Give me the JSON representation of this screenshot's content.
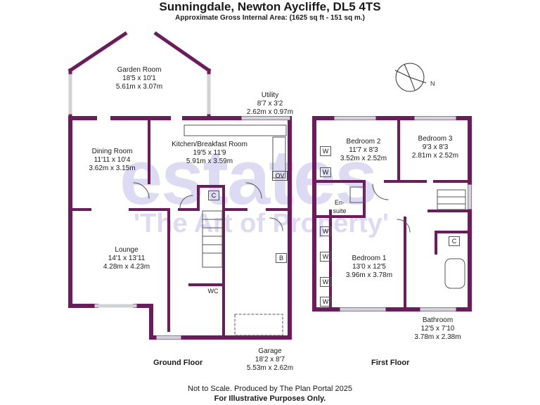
{
  "header": {
    "title": "Sunningdale, Newton Aycliffe, DL5 4TS",
    "subtitle": "Approximate Gross Internal Area: (1625 sq ft - 151 sq m.)"
  },
  "watermark": {
    "line1": "estates",
    "line2": "'The Art of Property'",
    "color": "#6a5bd0"
  },
  "colors": {
    "wall": "#6e1b5e",
    "window": "#cfd3d6",
    "text": "#1a1a1a"
  },
  "rooms": {
    "garden_room": {
      "name": "Garden Room",
      "imperial": "18'5 x 10'1",
      "metric": "5.61m x 3.07m"
    },
    "utility": {
      "name": "Utility",
      "imperial": "8'7 x 3'2",
      "metric": "2.62m x 0.97m"
    },
    "dining_room": {
      "name": "Dining Room",
      "imperial": "11'11 x 10'4",
      "metric": "3.62m x 3.15m"
    },
    "kitchen": {
      "name": "Kitchen/Breakfast Room",
      "imperial": "19'5 x 11'9",
      "metric": "5.91m x 3.59m"
    },
    "lounge": {
      "name": "Lounge",
      "imperial": "14'1 x 13'11",
      "metric": "4.28m x 4.23m"
    },
    "garage": {
      "name": "Garage",
      "imperial": "18'2 x 8'7",
      "metric": "5.53m x 2.62m"
    },
    "bedroom2": {
      "name": "Bedroom 2",
      "imperial": "11'7 x 8'3",
      "metric": "3.52m x 2.52m"
    },
    "bedroom3": {
      "name": "Bedroom 3",
      "imperial": "9'3 x 8'3",
      "metric": "2.81m x 2.52m"
    },
    "ensuite": {
      "name": "En-\nsuite"
    },
    "bedroom1": {
      "name": "Bedroom 1",
      "imperial": "13'0 x 12'5",
      "metric": "3.96m x 3.78m"
    },
    "bathroom": {
      "name": "Bathroom",
      "imperial": "12'5 x 7'10",
      "metric": "3.78m x 2.38m"
    }
  },
  "markers": {
    "oven": "OV",
    "cupboard": "C",
    "wc": "WC",
    "boiler": "B",
    "wardrobe": "W"
  },
  "floors": {
    "ground": "Ground Floor",
    "first": "First Floor"
  },
  "compass": {
    "north": "N"
  },
  "footer": {
    "line1": "Not to Scale. Produced by The Plan Portal 2025",
    "line2": "For Illustrative Purposes Only."
  }
}
